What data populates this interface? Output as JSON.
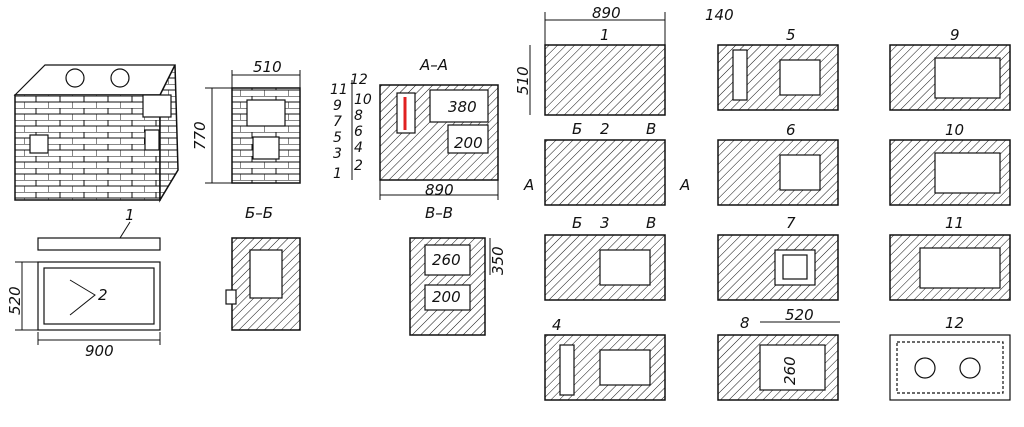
{
  "front_view": {
    "width_dim": "510",
    "height_dim": "770"
  },
  "layer_numbers": [
    "1",
    "2",
    "3",
    "4",
    "5",
    "6",
    "7",
    "8",
    "9",
    "10",
    "11",
    "12"
  ],
  "section_aa": {
    "title": "А–А",
    "dim_flue": "380",
    "dim_door": "200",
    "dim_length": "890"
  },
  "lid": {
    "label": "1"
  },
  "plan": {
    "width_dim": "520",
    "length_dim": "900",
    "label": "2"
  },
  "section_bb": {
    "title": "Б–Б"
  },
  "section_vv": {
    "title": "В–В",
    "dim_260": "260",
    "dim_350": "350",
    "dim_200": "200"
  },
  "layers": {
    "l1": {
      "label": "1",
      "dim_length": "890",
      "dim_width": "510"
    },
    "l2": {
      "label": "2",
      "cut_b": "Б",
      "cut_v": "В",
      "cut_a": "А"
    },
    "l3": {
      "label": "3",
      "cut_b": "Б",
      "cut_v": "В"
    },
    "l4": {
      "label": "4"
    },
    "l5": {
      "label": "5",
      "dim": "140"
    },
    "l6": {
      "label": "6"
    },
    "l7": {
      "label": "7"
    },
    "l8": {
      "label": "8",
      "dim_520": "520",
      "dim_260": "260"
    },
    "l9": {
      "label": "9"
    },
    "l10": {
      "label": "10"
    },
    "l11": {
      "label": "11"
    },
    "l12": {
      "label": "12"
    }
  }
}
